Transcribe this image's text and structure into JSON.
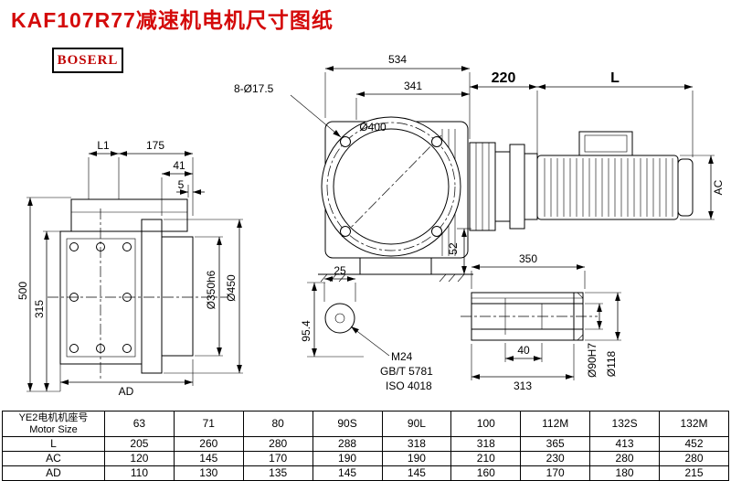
{
  "page": {
    "title": "KAF107R77减速机电机尺寸图纸",
    "brand": "BOSERL"
  },
  "dims": {
    "front": {
      "d534": "534",
      "d341": "341",
      "d220": "220",
      "dL": "L",
      "holes": "8-Ø17.5",
      "d400": "Ø400",
      "d52": "52",
      "dAC": "AC"
    },
    "side": {
      "dL1": "L1",
      "d175": "175",
      "d41": "41",
      "d5": "5",
      "d500": "500",
      "d315": "315",
      "d350": "Ø350h6",
      "d450": "Ø450",
      "dAD": "AD"
    },
    "plug": {
      "d25": "25",
      "d95": "95.4",
      "m24": "M24",
      "gbt": "GB/T 5781",
      "iso": "ISO 4018"
    },
    "shaft": {
      "d350": "350",
      "d40": "40",
      "d313": "313",
      "d90": "Ø90H7",
      "d118": "Ø118"
    }
  },
  "table": {
    "row_label_cn": "YE2电机机座号",
    "row_label_en": "Motor Size",
    "sizes": [
      "63",
      "71",
      "80",
      "90S",
      "90L",
      "100",
      "112M",
      "132S",
      "132M"
    ],
    "rows": [
      {
        "label": "L",
        "values": [
          "205",
          "260",
          "280",
          "288",
          "318",
          "318",
          "365",
          "413",
          "452"
        ]
      },
      {
        "label": "AC",
        "values": [
          "120",
          "145",
          "170",
          "190",
          "190",
          "210",
          "230",
          "280",
          "280"
        ]
      },
      {
        "label": "AD",
        "values": [
          "110",
          "130",
          "135",
          "145",
          "145",
          "160",
          "170",
          "180",
          "215"
        ]
      }
    ]
  }
}
